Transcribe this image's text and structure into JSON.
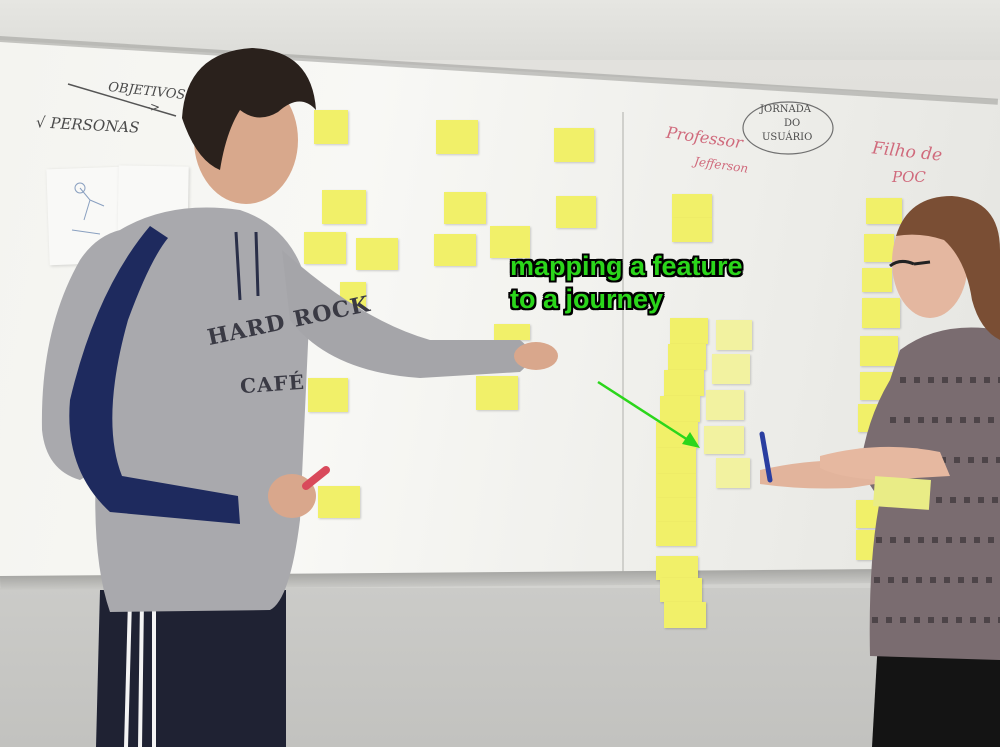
{
  "scene": {
    "caption": {
      "line1": "mapping a feature",
      "line2": "to a journey"
    },
    "whiteboard_notes": {
      "objetivos": "OBJETIVOS",
      "arrow_note": "->",
      "personas": "√ PERSONAS",
      "jornada_line1": "JORNADA",
      "jornada_line2": "DO",
      "jornada_line3": "USUÁRIO",
      "professor_line1": "Professor",
      "professor_line2": "Jefferson",
      "persona_right_line1": "Filho de",
      "persona_right_line2": "POC"
    },
    "hoodie_text": {
      "line1": "HARD ROCK",
      "line2": "CAFÉ"
    },
    "colors": {
      "caption_fill": "#2bd61b",
      "caption_outline": "#000000",
      "arrow": "#2bd61b",
      "postit": "#f1f069",
      "marker_red": "#d94a5b"
    }
  }
}
